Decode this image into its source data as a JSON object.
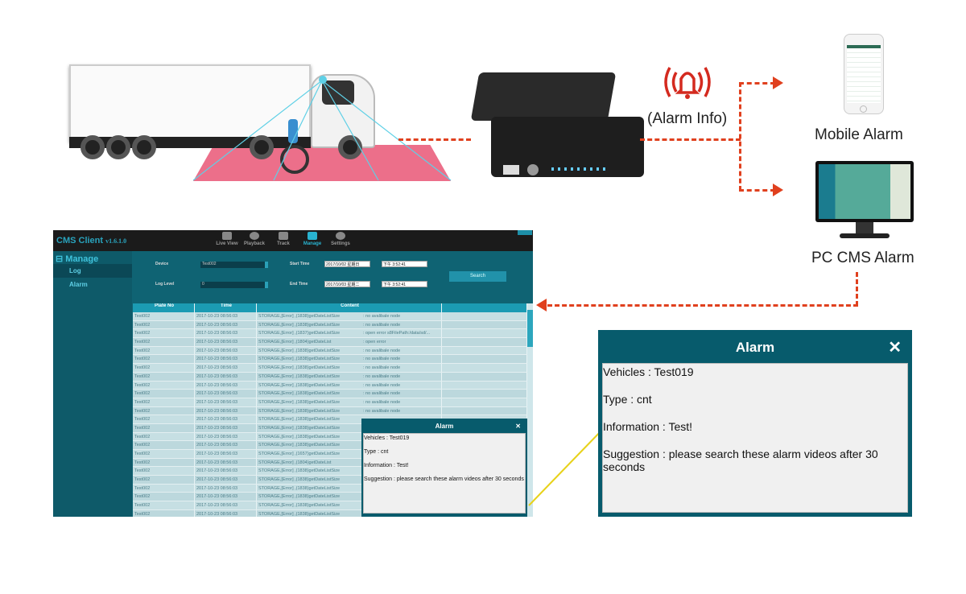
{
  "diagram": {
    "alarm_info_label": "(Alarm Info)",
    "mobile_alarm_label": "Mobile Alarm",
    "pc_alarm_label": "PC CMS Alarm",
    "arrow_color": "#e0401e",
    "connector_color": "#e8d21a"
  },
  "cms": {
    "app_title": "CMS Client",
    "version": "v1.6.1.0",
    "nav": [
      {
        "label": "Live View",
        "icon": "camera-icon"
      },
      {
        "label": "Playback",
        "icon": "playback-icon"
      },
      {
        "label": "Track",
        "icon": "track-icon"
      },
      {
        "label": "Manage",
        "icon": "manage-icon",
        "active": true
      },
      {
        "label": "Settings",
        "icon": "gear-icon"
      }
    ],
    "sidebar": {
      "heading": "Manage",
      "items": [
        {
          "label": "Log",
          "selected": true
        },
        {
          "label": "Alarm"
        }
      ]
    },
    "filters": {
      "device_label": "Device",
      "device_value": "Test002",
      "log_level_label": "Log Level",
      "log_level_value": "0",
      "start_time_label": "Start Time",
      "start_date": "2017/10/02 星期日",
      "start_clock": "下午 3:52:41",
      "end_time_label": "End Time",
      "end_date": "2017/10/03 星期二",
      "end_clock": "下午 3:52:41",
      "search_label": "Search"
    },
    "table": {
      "headers": [
        "Plate No",
        "Time",
        "Content",
        ""
      ],
      "rows": [
        [
          "Test002",
          "2017-10-23 08:56:03",
          "STORAGE,[Error]  ,(1838)getDateListSize",
          ": no avalibale node"
        ],
        [
          "Test002",
          "2017-10-23 08:56:03",
          "STORAGE,[Error]  ,(1838)getDateListSize",
          ": no avalibale node"
        ],
        [
          "Test002",
          "2017-10-23 08:56:03",
          "STORAGE,[Error]  ,(1837)getDateListSize",
          ": open error s8FilePath:/data/sd/..."
        ],
        [
          "Test002",
          "2017-10-23 08:56:03",
          "STORAGE,[Error]  ,(1804)getDateList",
          ": open error"
        ],
        [
          "Test002",
          "2017-10-23 08:56:03",
          "STORAGE,[Error]  ,(1838)getDateListSize",
          ": no avalibale node"
        ],
        [
          "Test002",
          "2017-10-23 08:56:03",
          "STORAGE,[Error]  ,(1838)getDateListSize",
          ": no avalibale node"
        ],
        [
          "Test002",
          "2017-10-23 08:56:03",
          "STORAGE,[Error]  ,(1838)getDateListSize",
          ": no avalibale node"
        ],
        [
          "Test002",
          "2017-10-23 08:56:03",
          "STORAGE,[Error]  ,(1838)getDateListSize",
          ": no avalibale node"
        ],
        [
          "Test002",
          "2017-10-23 08:56:03",
          "STORAGE,[Error]  ,(1838)getDateListSize",
          ": no avalibale node"
        ],
        [
          "Test002",
          "2017-10-23 08:56:03",
          "STORAGE,[Error]  ,(1838)getDateListSize",
          ": no avalibale node"
        ],
        [
          "Test002",
          "2017-10-23 08:56:03",
          "STORAGE,[Error]  ,(1838)getDateListSize",
          ": no avalibale node"
        ],
        [
          "Test002",
          "2017-10-23 08:56:03",
          "STORAGE,[Error]  ,(1838)getDateListSize",
          ": no avalibale node"
        ],
        [
          "Test002",
          "2017-10-23 08:56:03",
          "STORAGE,[Error]  ,(1838)getDateListSize",
          ""
        ],
        [
          "Test002",
          "2017-10-23 08:56:03",
          "STORAGE,[Error]  ,(1838)getDateListSize",
          ""
        ],
        [
          "Test002",
          "2017-10-23 08:56:03",
          "STORAGE,[Error]  ,(1838)getDateListSize",
          ""
        ],
        [
          "Test002",
          "2017-10-23 08:56:03",
          "STORAGE,[Error]  ,(1838)getDateListSize",
          ""
        ],
        [
          "Test002",
          "2017-10-23 08:56:03",
          "STORAGE,[Error]  ,(1657)getDateListSize",
          ""
        ],
        [
          "Test002",
          "2017-10-23 08:56:03",
          "STORAGE,[Error]  ,(1804)getDateList",
          ""
        ],
        [
          "Test002",
          "2017-10-23 08:56:03",
          "STORAGE,[Error]  ,(1838)getDateListSize",
          ""
        ],
        [
          "Test002",
          "2017-10-23 08:56:03",
          "STORAGE,[Error]  ,(1838)getDateListSize",
          ""
        ],
        [
          "Test002",
          "2017-10-23 08:56:03",
          "STORAGE,[Error]  ,(1838)getDateListSize",
          ""
        ],
        [
          "Test002",
          "2017-10-23 08:56:03",
          "STORAGE,[Error]  ,(1838)getDateListSize",
          ""
        ],
        [
          "Test002",
          "2017-10-23 08:56:03",
          "STORAGE,[Error]  ,(1838)getDateListSize",
          ""
        ],
        [
          "Test002",
          "2017-10-23 08:56:03",
          "STORAGE,[Error]  ,(1838)getDateListSize",
          ""
        ]
      ]
    }
  },
  "alarm_popup": {
    "title": "Alarm",
    "close_icon": "close-icon",
    "vehicles": "Vehicles : Test019",
    "type": "Type : cnt",
    "information": "Information : Test!",
    "suggestion": "Suggestion : please search these alarm videos after 30 seconds"
  }
}
